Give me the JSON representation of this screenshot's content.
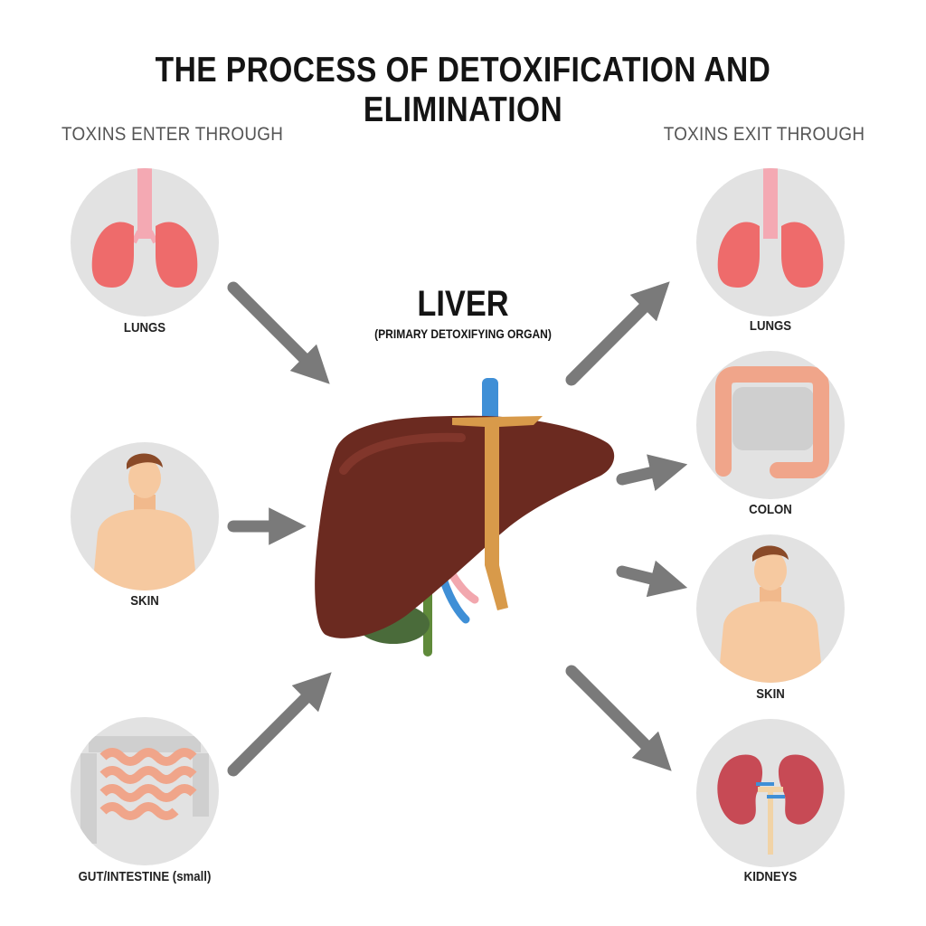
{
  "title": "THE PROCESS OF DETOXIFICATION AND ELIMINATION",
  "enter_heading": "TOXINS ENTER THROUGH",
  "exit_heading": "TOXINS EXIT THROUGH",
  "center": {
    "label": "LIVER",
    "sublabel": "(PRIMARY DETOXIFYING ORGAN)"
  },
  "enter": [
    {
      "label": "LUNGS",
      "icon": "lungs-icon"
    },
    {
      "label": "SKIN",
      "icon": "torso-icon"
    },
    {
      "label": "GUT/INTESTINE (small)",
      "icon": "small-intestine-icon"
    }
  ],
  "exit": [
    {
      "label": "LUNGS",
      "icon": "lungs-icon"
    },
    {
      "label": "COLON",
      "icon": "colon-icon"
    },
    {
      "label": "SKIN",
      "icon": "torso-icon"
    },
    {
      "label": "KIDNEYS",
      "icon": "kidneys-icon"
    }
  ],
  "colors": {
    "arrow": "#7a7a7a",
    "circle": "#e2e2e2",
    "liver": "#6b2a20",
    "gallbladder": "#4a6b3a",
    "ligament": "#d89a4a",
    "lungs": "#ee6b6b",
    "skin": "#f6c9a0",
    "colon": "#f0a58a",
    "kidneys": "#c74a55"
  }
}
